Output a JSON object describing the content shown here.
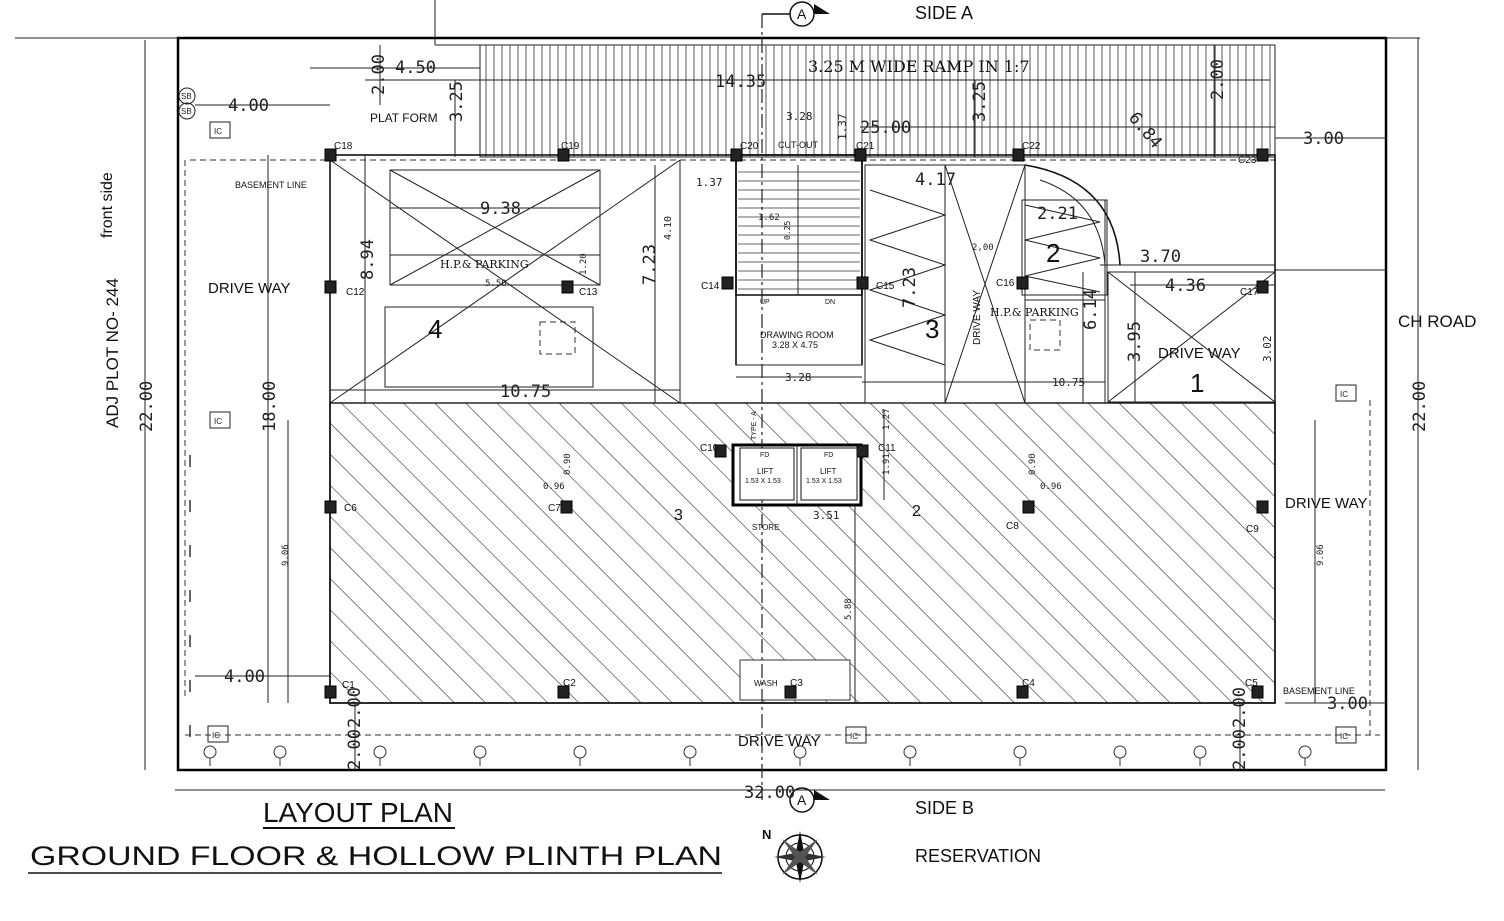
{
  "sides": {
    "top": "SIDE A",
    "bottom": "SIDE B",
    "right": "CH ROAD",
    "left": "ADJ PLOT NO- 244",
    "left_sub": "front side"
  },
  "titles": {
    "layout": "LAYOUT PLAN",
    "main": "GROUND FLOOR  & HOLLOW  PLINTH  PLAN",
    "reservation": "RESERVATION"
  },
  "section_marker": "A",
  "labels": {
    "ramp": "3.25 M WIDE RAMP IN 1:7",
    "platform": "PLAT FORM",
    "basement_line": "BASEMENT LINE",
    "driveway": "DRIVE WAY",
    "hp_parking": "H.P.& PARKING",
    "cut_out": "CUT-OUT",
    "drawing_room": "DRAWING ROOM",
    "drawing_room_size": "3.28 X 4.75",
    "lift": "LIFT",
    "lift_size": "1.53 X 1.53",
    "fd": "FD",
    "store": "STORE",
    "wash": "WASH",
    "type_a": "TYPE - A",
    "up": "UP",
    "dn": "DN",
    "ic": "IC",
    "sb": "SB"
  },
  "parking_numbers": [
    "1",
    "2",
    "3",
    "4"
  ],
  "flat_numbers": [
    "3",
    "2"
  ],
  "dimensions": {
    "d450": "4.50",
    "d200": "2.00",
    "d325": "3.25",
    "d1435": "14.35",
    "d400": "4.00",
    "d328": "3.28",
    "d137": "1.37",
    "d2500": "25.00",
    "d684": "6.84",
    "d300": "3.00",
    "d938": "9.38",
    "d894": "8.94",
    "d723": "7.23",
    "d410": "4.10",
    "d162": "1.62",
    "d025": "0.25",
    "d550": "5.50",
    "d120": "1.20",
    "d417": "4.17",
    "d221": "2.21",
    "d370": "3.70",
    "d436": "4.36",
    "d614": "6.14",
    "d395": "3.95",
    "d302": "3.02",
    "d1075": "10.75",
    "d2200": "22.00",
    "d1800": "18.00",
    "d906": "9.06",
    "d127": "1.27",
    "d191": "1.91",
    "d351": "3.51",
    "d588": "5.88",
    "d090": "0.90",
    "d096": "0.96",
    "d3200": "32.00",
    "d0200": "2,00"
  },
  "columns": [
    "C1",
    "C2",
    "C3",
    "C4",
    "C5",
    "C6",
    "C7",
    "C8",
    "C9",
    "C10",
    "C11",
    "C12",
    "C13",
    "C14",
    "C15",
    "C16",
    "C17",
    "C18",
    "C19",
    "C20",
    "C21",
    "C22",
    "C23"
  ],
  "colors": {
    "ink": "#111111",
    "hatch": "#333333",
    "paper": "#ffffff"
  }
}
